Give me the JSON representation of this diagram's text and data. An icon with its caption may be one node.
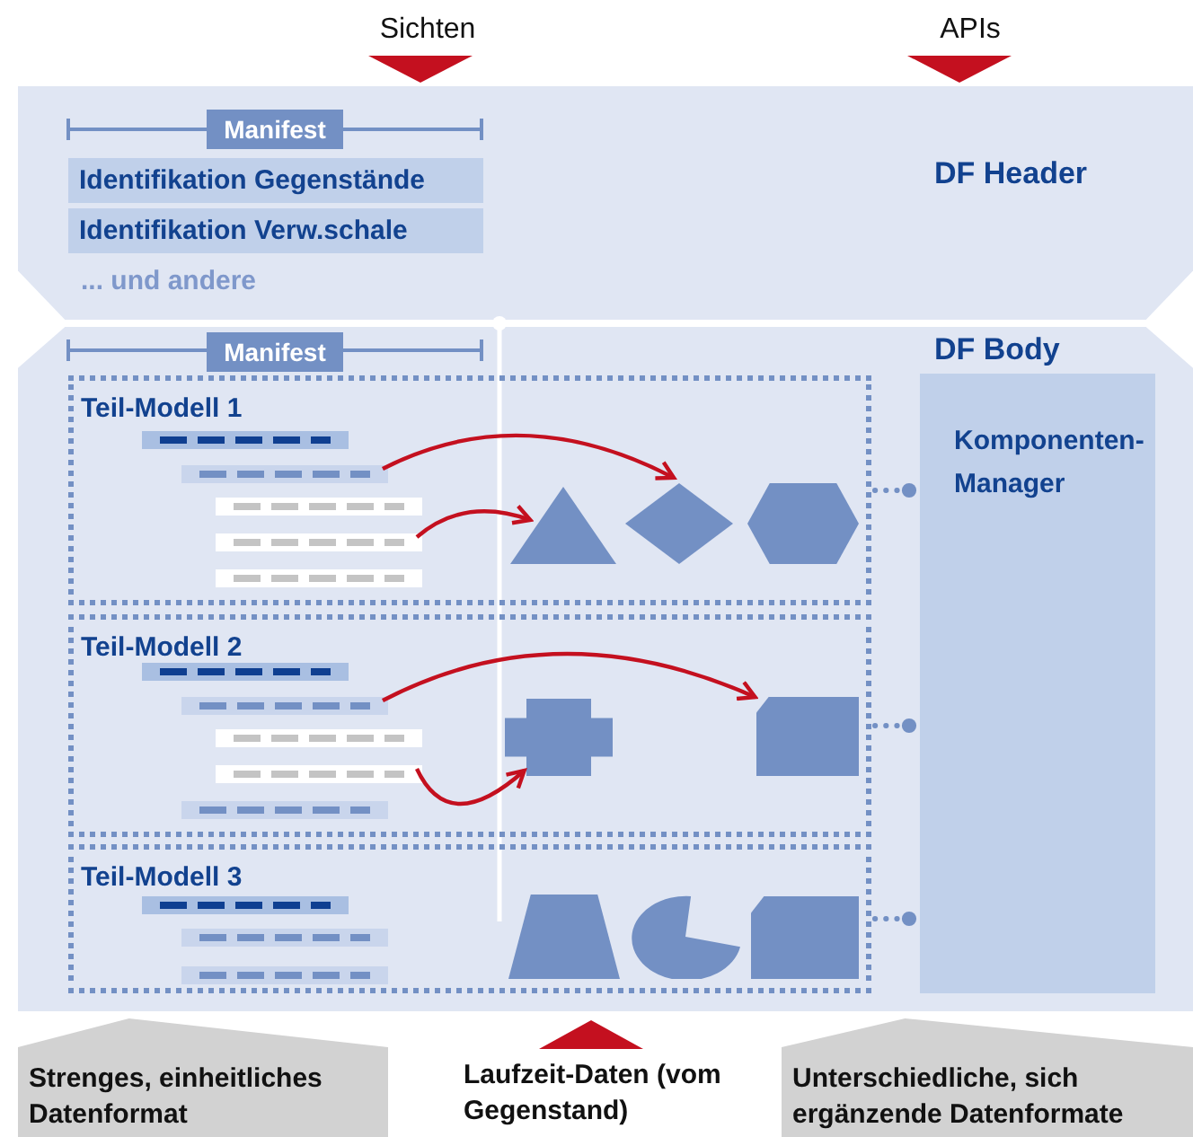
{
  "diagram": {
    "nodes": [
      {
        "text": [
          "DF Header"
        ]
      },
      {
        "text": [
          "Manifest"
        ],
        "in": 0
      },
      {
        "text": [
          "Identifikation Gegenstände"
        ],
        "in": 0
      },
      {
        "text": [
          "Identifikation Verw.schale"
        ],
        "in": 0
      },
      {
        "text": [
          "DF Body"
        ]
      },
      {
        "text": [
          "Manifest"
        ],
        "in": 4
      },
      {
        "text": [
          "Teil-Modell 1"
        ],
        "in": 4
      },
      {
        "text": [],
        "shape": "bar",
        "in": 6
      },
      {
        "text": [],
        "shape": "bar",
        "in": 6
      },
      {
        "text": [],
        "shape": "bar",
        "in": 6
      },
      {
        "text": [],
        "shape": "bar",
        "in": 6
      },
      {
        "text": [],
        "shape": "bar",
        "in": 6
      },
      {
        "text": [],
        "shape": "triangle",
        "in": 6
      },
      {
        "text": [],
        "shape": "diamond",
        "in": 6
      },
      {
        "text": [],
        "shape": "hexagon",
        "in": 6
      },
      {
        "text": [
          "Teil-Modell 2"
        ],
        "in": 4
      },
      {
        "text": [],
        "shape": "bar",
        "in": 15
      },
      {
        "text": [],
        "shape": "bar",
        "in": 15
      },
      {
        "text": [],
        "shape": "bar",
        "in": 15
      },
      {
        "text": [],
        "shape": "bar",
        "in": 15
      },
      {
        "text": [],
        "shape": "bar",
        "in": 15
      },
      {
        "text": [],
        "shape": "cross",
        "in": 15
      },
      {
        "text": [],
        "shape": "box",
        "in": 15
      },
      {
        "text": [
          "Teil-Modell 3"
        ],
        "in": 4
      },
      {
        "text": [],
        "shape": "bar",
        "in": 23
      },
      {
        "text": [],
        "shape": "bar",
        "in": 23
      },
      {
        "text": [],
        "shape": "bar",
        "in": 23
      },
      {
        "text": [],
        "shape": "trapezoid",
        "in": 23
      },
      {
        "text": [],
        "shape": "circle",
        "in": 23
      },
      {
        "text": [],
        "shape": "box",
        "in": 23
      },
      {
        "text": [
          "Komponenten-Manager"
        ],
        "in": 4
      },
      {
        "text": [
          "Strenges, einheitliches Datenformat"
        ]
      },
      {
        "text": [
          "Unterschiedliche, sich ergänzende Datenformate"
        ]
      }
    ],
    "edges": [
      {
        "from": 8,
        "to": 13,
        "arrow": "to"
      },
      {
        "from": 10,
        "to": 12,
        "arrow": "to"
      },
      {
        "from": 17,
        "to": 22,
        "arrow": "to"
      },
      {
        "from": 19,
        "to": 21,
        "arrow": "to"
      },
      {
        "from": 6,
        "to": 30,
        "arrow": "other",
        "style": "dashed",
        "color": "#7390c4"
      },
      {
        "from": 15,
        "to": 30,
        "arrow": "other",
        "style": "dashed",
        "color": "#7390c4"
      },
      {
        "from": 23,
        "to": 30,
        "arrow": "other",
        "style": "dashed",
        "color": "#7390c4"
      }
    ],
    "labels": [
      "Sichten",
      "APIs",
      "... und andere",
      "Laufzeit-Daten (vom Gegenstand)"
    ]
  }
}
